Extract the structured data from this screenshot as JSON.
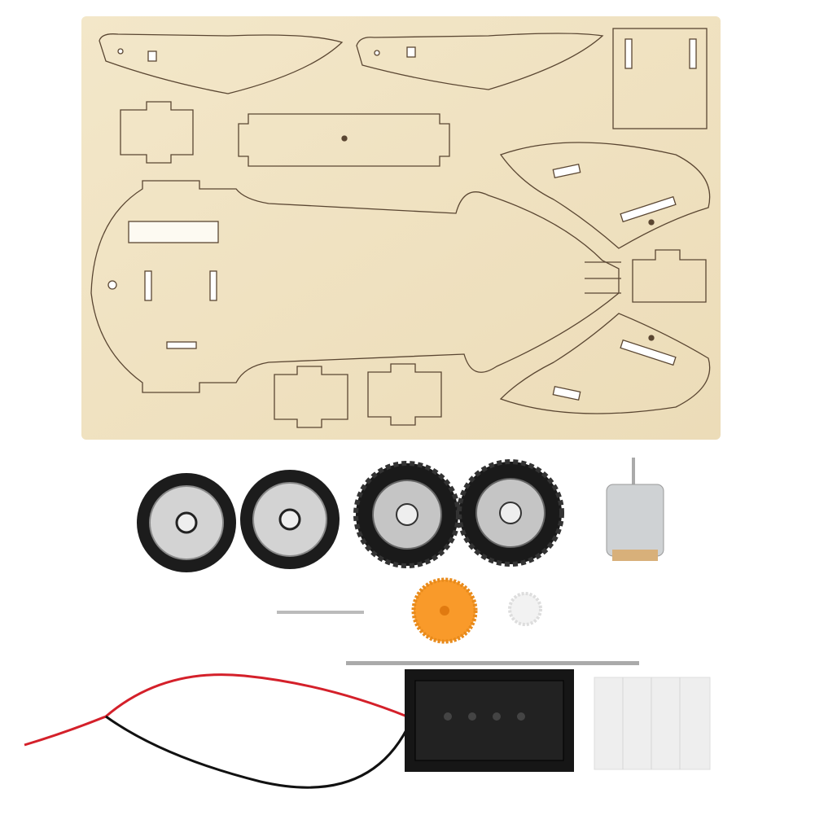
{
  "colors": {
    "background": "#ffffff",
    "wood": "#f0e3c2",
    "cut_line": "#5a4632",
    "tire": "#1c1c1c",
    "rim": "#c9c9c9",
    "gear_large": "#f99a2a",
    "gear_small": "#f2f2f2",
    "battery_box": "#161616",
    "wire_red": "#d4202a",
    "wire_black": "#111111",
    "tape": "#eeeeee",
    "motor": "#cfd2d4"
  },
  "items": [
    "wood-panel",
    "wheel",
    "wheel",
    "wheel",
    "wheel",
    "motor",
    "large-gear",
    "small-gear",
    "pin",
    "axle",
    "battery-holder",
    "tape",
    "wires"
  ]
}
